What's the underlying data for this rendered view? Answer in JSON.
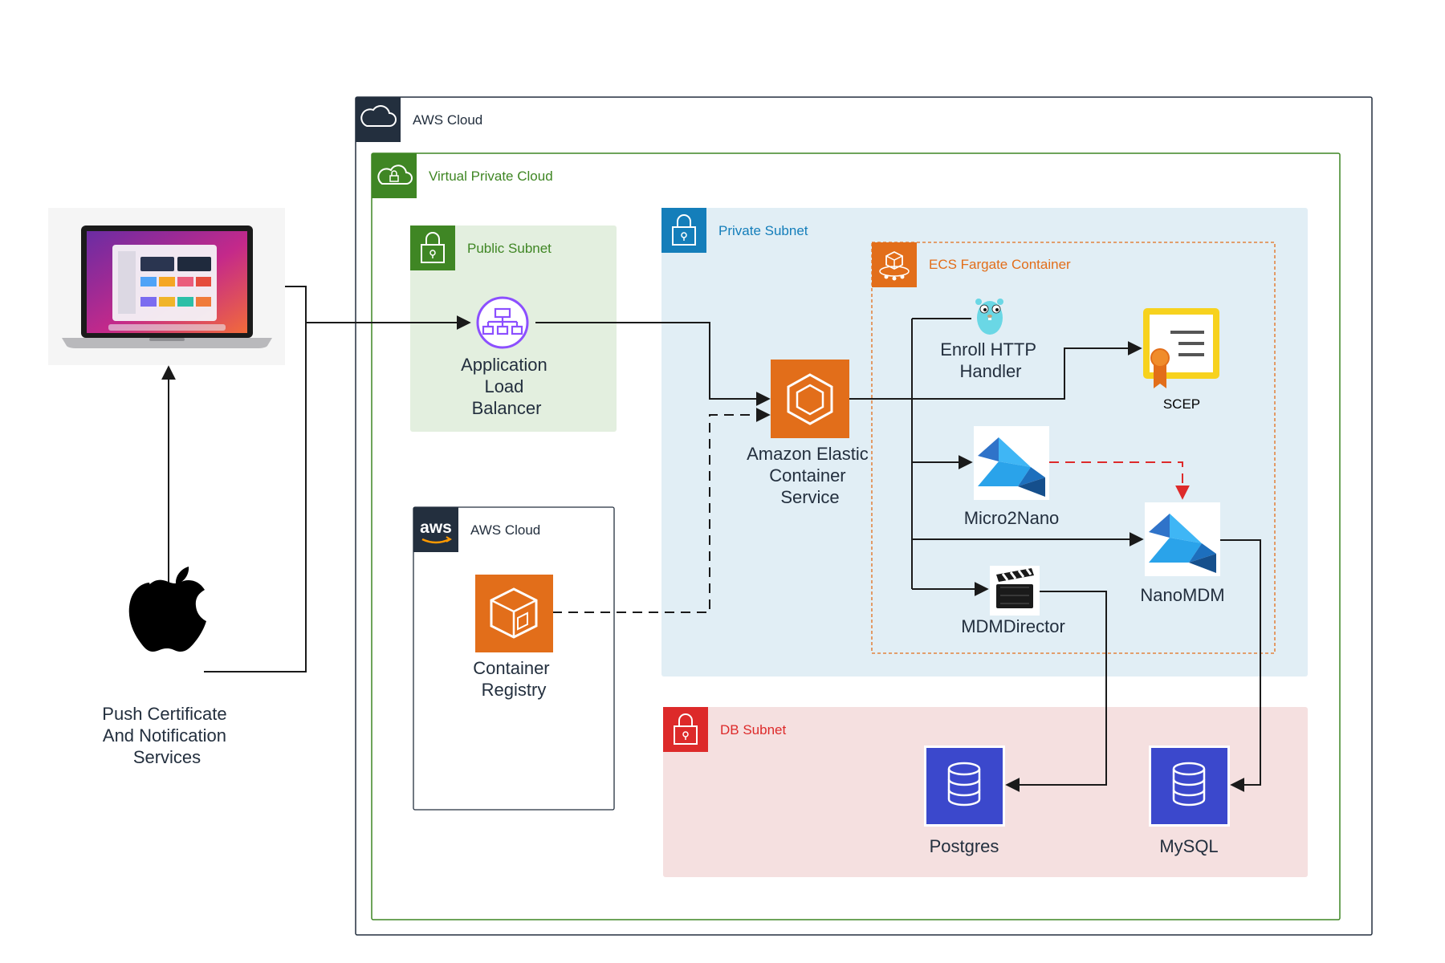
{
  "groups": {
    "aws_cloud_outer": "AWS Cloud",
    "vpc": "Virtual Private Cloud",
    "public_subnet": "Public Subnet",
    "private_subnet": "Private Subnet",
    "ecs_fargate": "ECS Fargate Container",
    "aws_cloud_inner": "AWS Cloud",
    "db_subnet": "DB Subnet"
  },
  "nodes": {
    "alb": [
      "Application",
      "Load",
      "Balancer"
    ],
    "ecs": [
      "Amazon Elastic",
      "Container",
      "Service"
    ],
    "registry": [
      "Container",
      "Registry"
    ],
    "enroll": [
      "Enroll HTTP",
      "Handler"
    ],
    "scep": "SCEP",
    "micro2nano": "Micro2Nano",
    "nanomdm": "NanoMDM",
    "mdmdirector": "MDMDirector",
    "postgres": "Postgres",
    "mysql": "MySQL",
    "apple": [
      "Push Certificate",
      "And Notification",
      "Services"
    ],
    "aws_logo": "aws"
  },
  "colors": {
    "vpc_green": "#3f8624",
    "public_subnet_bg": "#e3efdf",
    "private_subnet_bg": "#e1eef5",
    "private_blue": "#147eba",
    "ecs_orange": "#e26e1a",
    "db_red": "#dd2a2a",
    "db_subnet_bg": "#f5e0e0",
    "alb_purple": "#8c4fff",
    "database_blue": "#3b48cc",
    "aws_dark": "#232f3e",
    "scep_yellow": "#f7d21e"
  },
  "icons": [
    "cloud-icon",
    "cloud-lock-icon",
    "padlock-icon",
    "fargate-icon",
    "load-balancer-icon",
    "ecs-icon",
    "ecr-icon",
    "gopher-icon",
    "certificate-icon",
    "nano-logo-icon",
    "clapperboard-icon",
    "database-icon",
    "apple-logo-icon",
    "laptop-icon"
  ]
}
